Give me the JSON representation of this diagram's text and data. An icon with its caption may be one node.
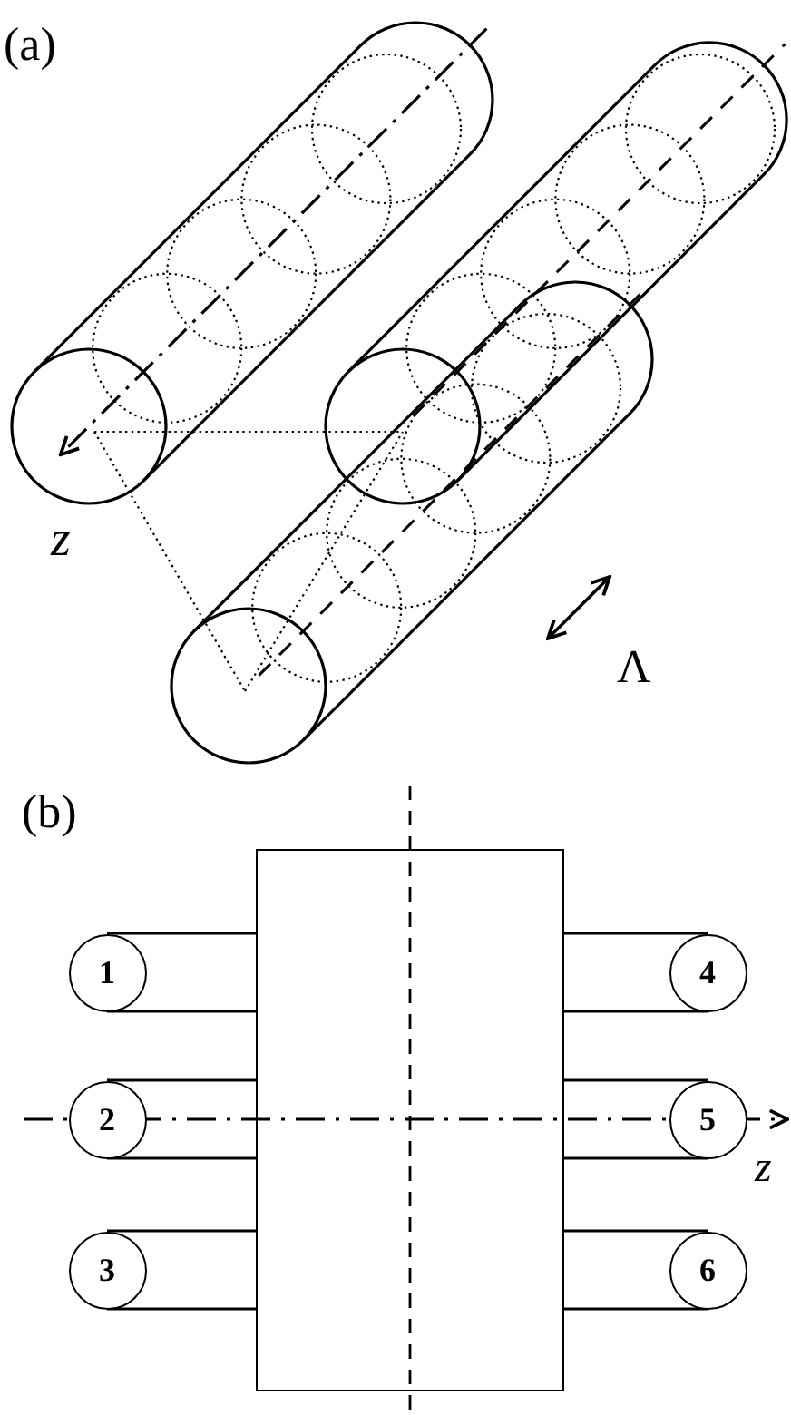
{
  "diagram": {
    "nodes": [
      {
        "text": [],
        "shape": "box"
      },
      {
        "text": [
          "1"
        ]
      },
      {
        "text": [
          "4"
        ]
      },
      {
        "text": [
          "2"
        ]
      },
      {
        "text": [
          "5"
        ]
      },
      {
        "text": [
          "3"
        ]
      },
      {
        "text": [
          "6"
        ]
      }
    ],
    "edges": [
      {
        "from": 1,
        "to": 0,
        "arrow": "none"
      },
      {
        "from": 0,
        "to": 2,
        "arrow": "none"
      },
      {
        "from": 3,
        "to": 0,
        "arrow": "none"
      },
      {
        "from": 0,
        "to": 4,
        "arrow": "none"
      },
      {
        "from": 5,
        "to": 0,
        "arrow": "none"
      },
      {
        "from": 0,
        "to": 6,
        "arrow": "none"
      }
    ],
    "labels": [
      "(a)",
      "z",
      "Λ",
      "(b)",
      "z"
    ]
  }
}
